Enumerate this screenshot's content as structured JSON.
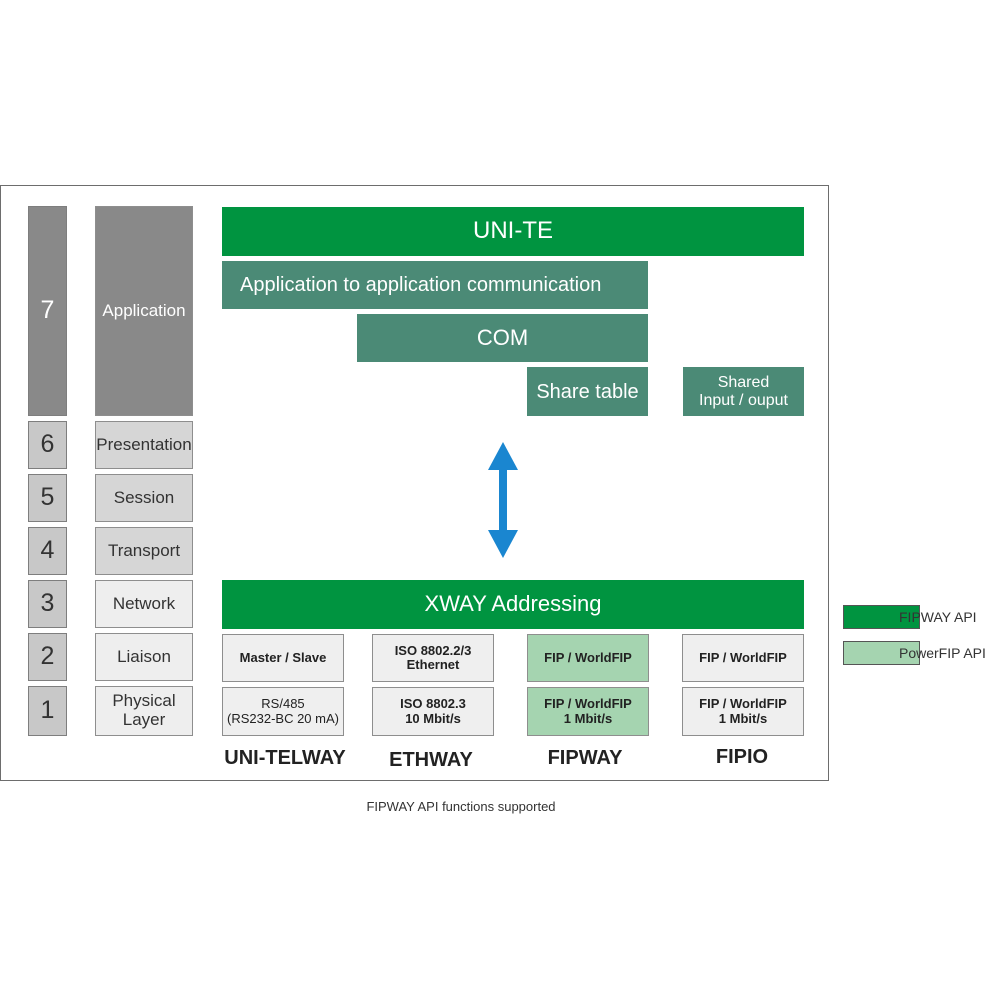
{
  "osi_layers": {
    "numbers": [
      "7",
      "6",
      "5",
      "4",
      "3",
      "2",
      "1"
    ],
    "names": [
      "Application",
      "Presentation",
      "Session",
      "Transport",
      "Network",
      "Liaison",
      "Physical\nLayer"
    ]
  },
  "stack": {
    "unite": "UNI-TE",
    "app_comm": "Application to application communication",
    "com": "COM",
    "share_table": "Share table",
    "shared_io": "Shared\nInput / ouput",
    "xway": "XWAY Addressing"
  },
  "cells": {
    "uni_telway": {
      "layer2": "Master  / Slave",
      "layer1": "RS/485\n(RS232-BC 20 mA)"
    },
    "ethway": {
      "layer2": "ISO 8802.2/3\nEthernet",
      "layer1": "ISO 8802.3\n10 Mbit/s"
    },
    "fipway": {
      "layer2": "FIP / WorldFIP",
      "layer1": "FIP / WorldFIP\n1 Mbit/s"
    },
    "fipio": {
      "layer2": "FIP / WorldFIP",
      "layer1": "FIP / WorldFIP\n1 Mbit/s"
    }
  },
  "columns": [
    "UNI-TELWAY",
    "ETHWAY",
    "FIPWAY",
    "FIPIO"
  ],
  "legend": [
    {
      "label": "FIPWAY  API",
      "color": "#009440"
    },
    {
      "label": "PowerFIP  API",
      "color": "#a5d4b0"
    }
  ],
  "arrow_color": "#1a86d0",
  "caption": "FIPWAY API functions supported"
}
